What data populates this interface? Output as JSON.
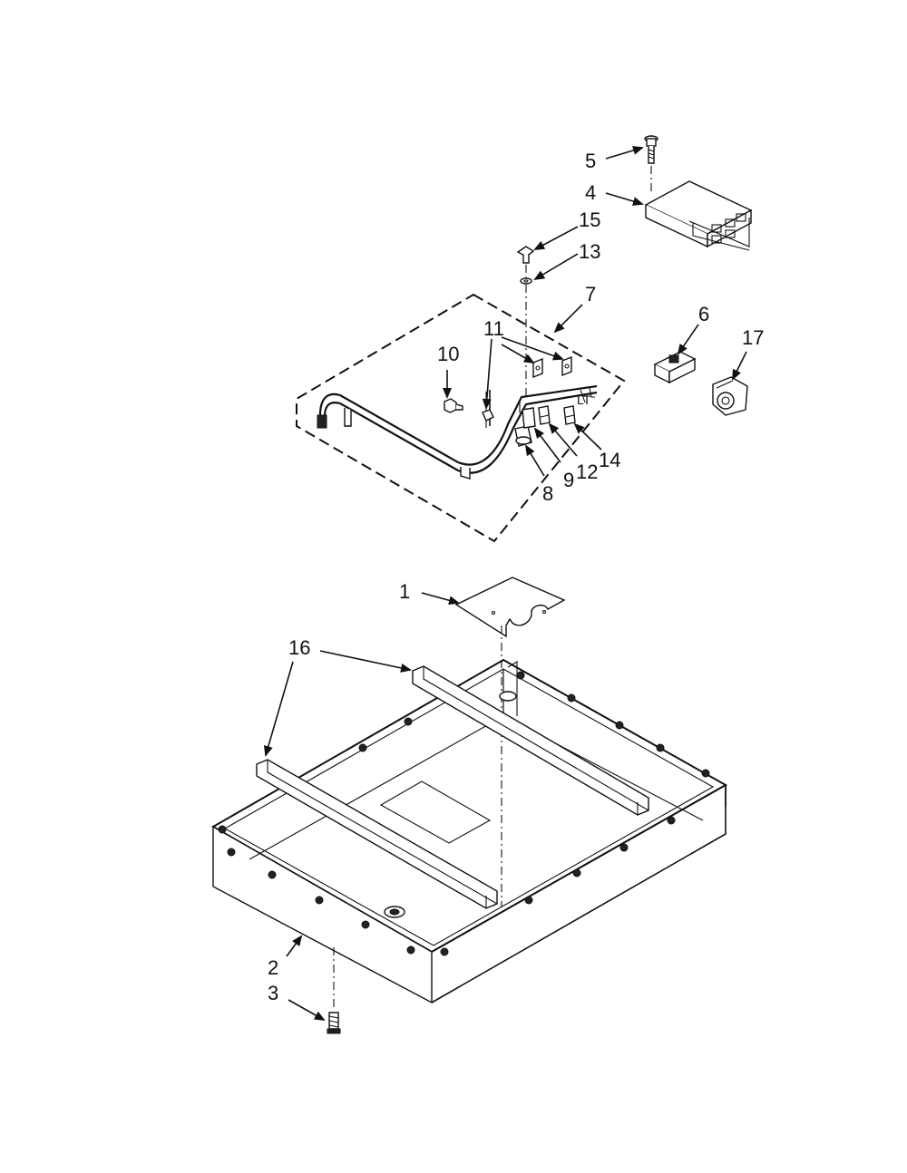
{
  "diagram": {
    "callouts": [
      {
        "id": "1",
        "text": "1"
      },
      {
        "id": "2",
        "text": "2"
      },
      {
        "id": "3",
        "text": "3"
      },
      {
        "id": "4",
        "text": "4"
      },
      {
        "id": "5",
        "text": "5"
      },
      {
        "id": "6",
        "text": "6"
      },
      {
        "id": "7",
        "text": "7"
      },
      {
        "id": "8",
        "text": "8"
      },
      {
        "id": "9",
        "text": "9"
      },
      {
        "id": "10",
        "text": "10"
      },
      {
        "id": "11",
        "text": "11"
      },
      {
        "id": "12",
        "text": "12"
      },
      {
        "id": "13",
        "text": "13"
      },
      {
        "id": "14",
        "text": "14"
      },
      {
        "id": "15",
        "text": "15"
      },
      {
        "id": "16",
        "text": "16"
      },
      {
        "id": "17",
        "text": "17"
      }
    ],
    "part_labels": {
      "lt_marking": "LT"
    }
  }
}
